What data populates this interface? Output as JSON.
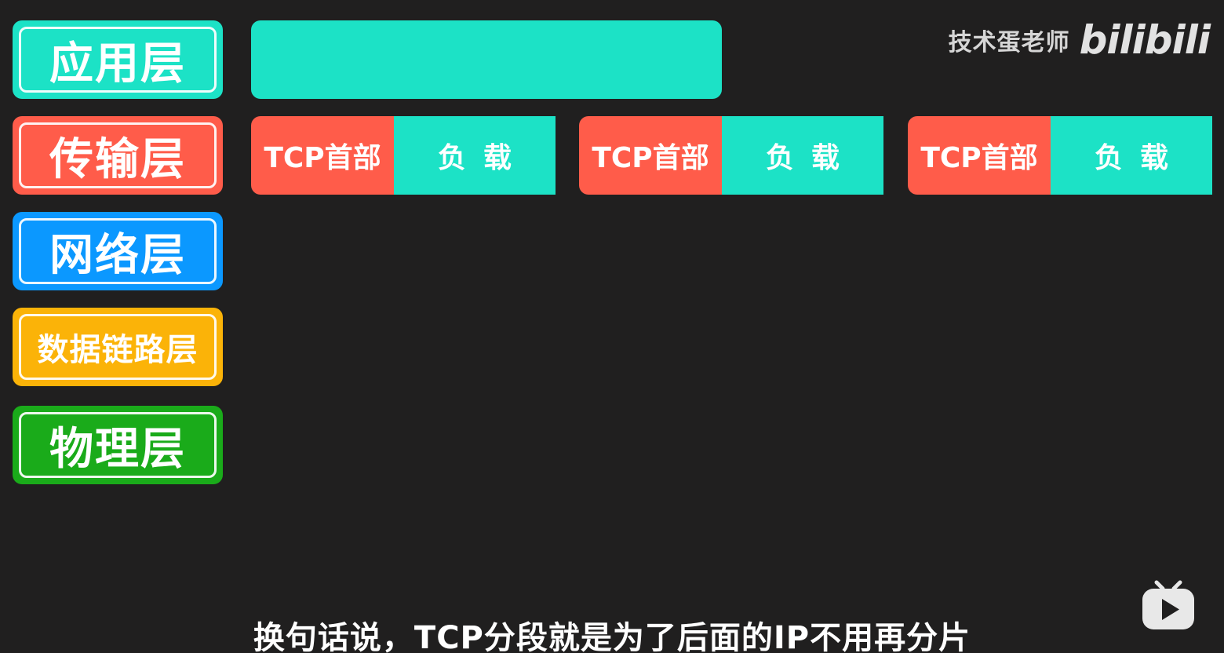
{
  "layers": [
    {
      "label": "应用层",
      "color": "#1ce2c6"
    },
    {
      "label": "传输层",
      "color": "#ff5c4a"
    },
    {
      "label": "网络层",
      "color": "#0b98ff"
    },
    {
      "label": "数据链路层",
      "color": "#fbb308"
    },
    {
      "label": "物理层",
      "color": "#1aab1a"
    }
  ],
  "segments": [
    {
      "header": "TCP首部",
      "payload": "负载"
    },
    {
      "header": "TCP首部",
      "payload": "负载"
    },
    {
      "header": "TCP首部",
      "payload": "负载"
    }
  ],
  "watermark": {
    "author": "技术蛋老师",
    "logo": "bilibili"
  },
  "subtitle": "换句话说，TCP分段就是为了后面的IP不用再分片",
  "colors": {
    "background": "#201f1f",
    "header": "#ff5c4a",
    "payload": "#1ce2c6"
  },
  "icons": [
    "play-icon"
  ]
}
